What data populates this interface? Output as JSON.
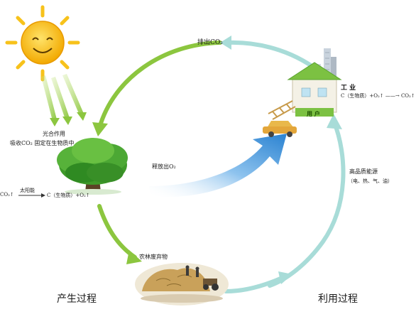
{
  "labels": {
    "co2_out": "排出CO₂",
    "photosynthesis": "光合作用",
    "absorb_co2": "吸收CO₂ 固定在生物质中",
    "release_o2": "释放出O₂",
    "equation_left": "CO₂↑",
    "equation_arrow": "太阳能",
    "equation_right": "C（生物质）+O₂↑",
    "industry": "工 业",
    "industry_equation": "C（生物质）+O₂↑ ——→ CO₂↑",
    "user": "用 户",
    "energy_title": "高品质能源",
    "energy_types": "（电、热、气、油）",
    "waste": "农林废弃物",
    "production": "产生过程",
    "utilization": "利用过程"
  },
  "colors": {
    "green_arrow": "#8cc63f",
    "teal_arrow": "#9dd6d8",
    "blue_arrow": "#3a8fd6",
    "sun": "#f7c21b"
  }
}
